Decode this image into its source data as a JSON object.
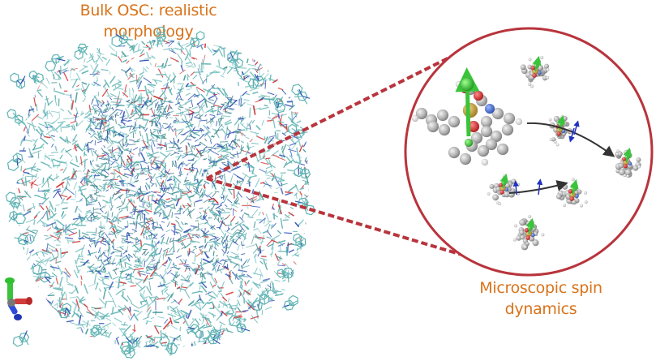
{
  "labels": {
    "bulk_line1": "Bulk OSC: realistic",
    "bulk_line2": "morphology",
    "micro_line1": "Microscopic spin",
    "micro_line2": "dynamics"
  },
  "colors": {
    "label_text": "#d9731a",
    "zoom_circle": "#b8343c",
    "zoom_lines": "#b8343c",
    "bond_teal": "#5fb3b3",
    "bond_blue": "#2f4fb8",
    "bond_red": "#d03030",
    "atom_grey": "#b9b9b9",
    "spin_green": "#39c43a",
    "spin_red": "#d42828",
    "metal_gold": "#c9a03a",
    "nitrogen_blue": "#3f6fd8",
    "hop_arrow": "#333333"
  },
  "icons": {
    "axes": "xyz-axes-icon",
    "bulk": "molecular-cluster-image",
    "micro": "spin-molecules-image"
  }
}
